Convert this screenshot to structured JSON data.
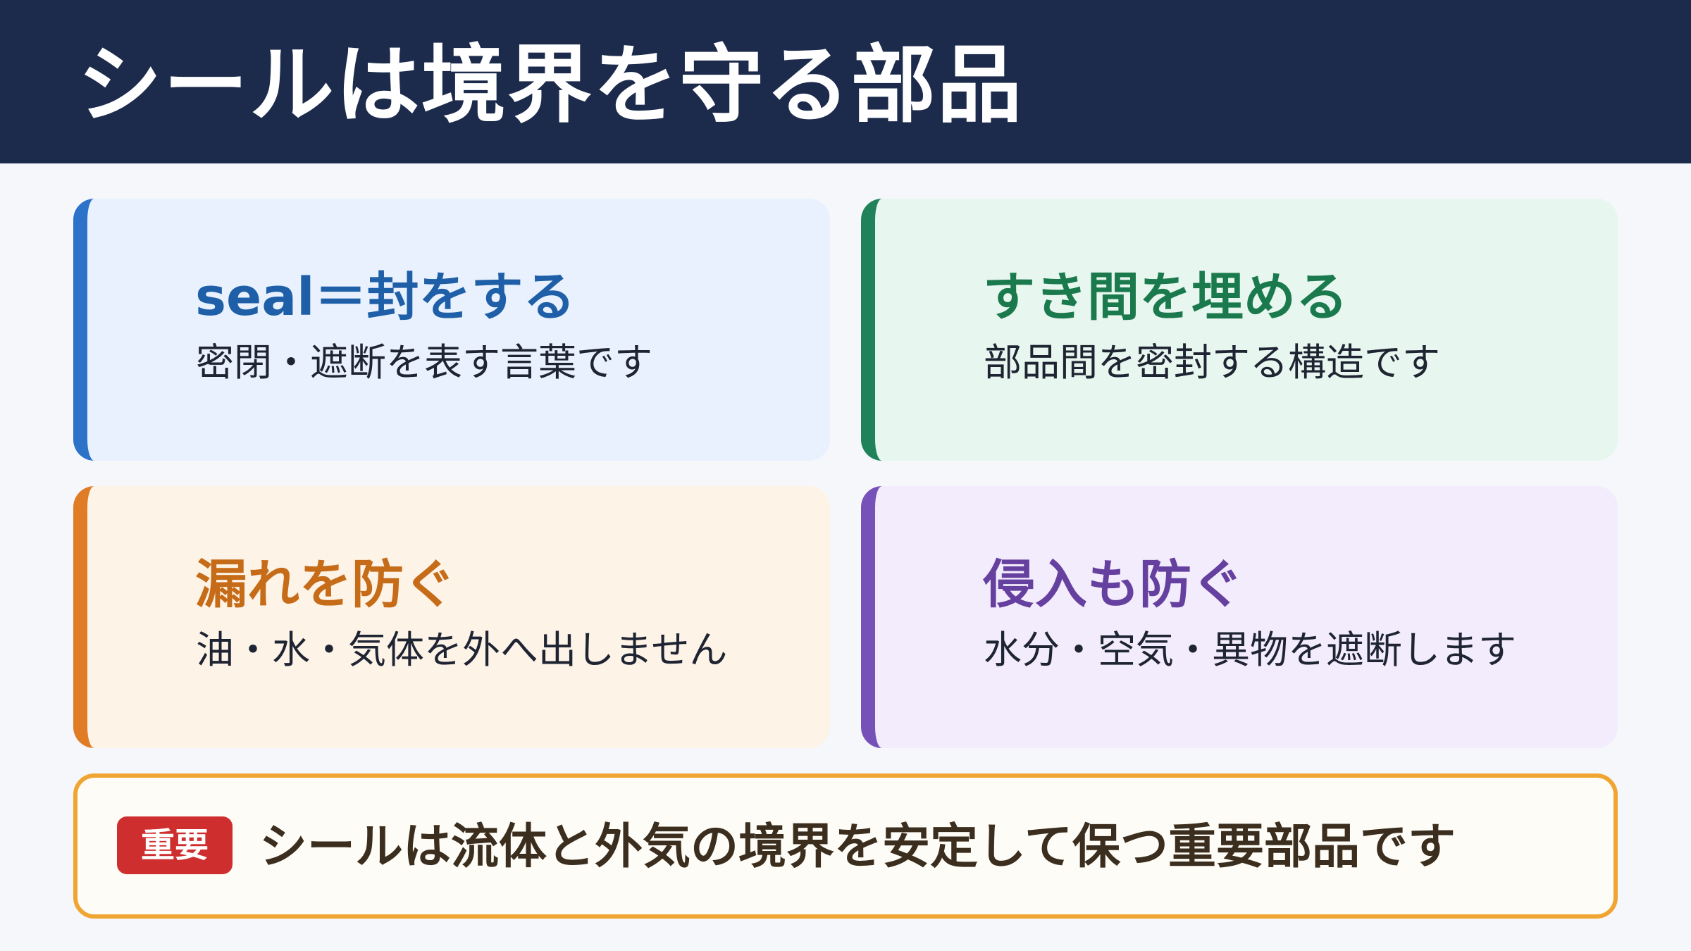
{
  "header": {
    "title": "シールは境界を守る部品"
  },
  "cards": [
    {
      "title": "seal＝封をする",
      "description": "密閉・遮断を表す言葉です",
      "accent": "#2b72c8",
      "background": "#e8f1fd"
    },
    {
      "title": "すき間を埋める",
      "description": "部品間を密封する構造です",
      "accent": "#20825a",
      "background": "#e7f6ee"
    },
    {
      "title": "漏れを防ぐ",
      "description": "油・水・気体を外へ出しません",
      "accent": "#e07c26",
      "background": "#fdf3e7"
    },
    {
      "title": "侵入も防ぐ",
      "description": "水分・空気・異物を遮断します",
      "accent": "#7651b8",
      "background": "#f2ecfd"
    }
  ],
  "banner": {
    "badge": "重要",
    "text": "シールは流体と外気の境界を安定して保つ重要部品です",
    "border_color": "#f0a532",
    "badge_color": "#cf2e2e"
  },
  "colors": {
    "header_background": "#1c2a4c",
    "page_background": "#f5f7fb"
  }
}
